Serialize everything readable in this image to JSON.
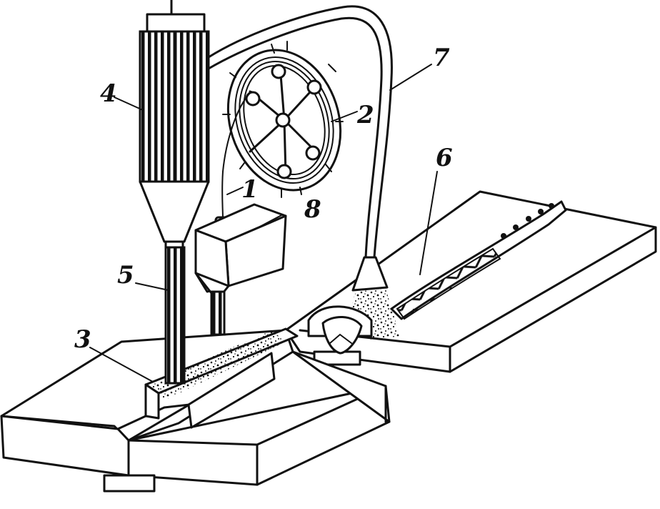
{
  "callouts": {
    "wire": "1",
    "reel": "2",
    "slag_pool": "3",
    "flux_hopper": "4",
    "feed_tube": "5",
    "weld_bead": "6",
    "flux_hose": "7",
    "flux_feeder": "8"
  },
  "colors": {
    "ink": "#111111",
    "paper": "#ffffff"
  }
}
